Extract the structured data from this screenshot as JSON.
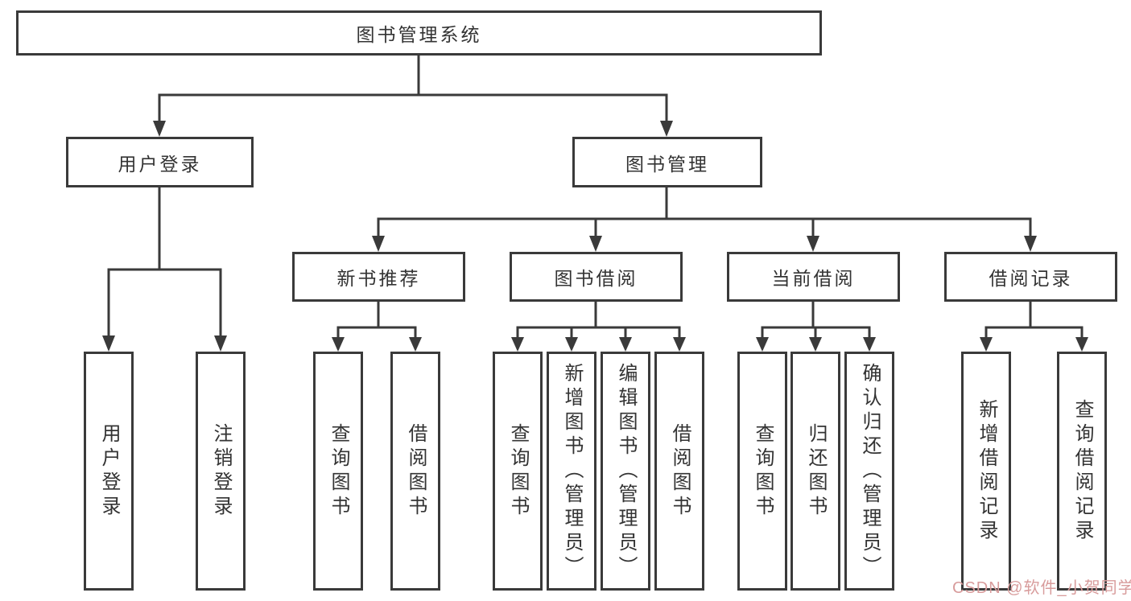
{
  "diagram": {
    "root_label": "图书管理系统",
    "nodes": {
      "user_login": {
        "label": "用户登录",
        "children": [
          "用户登录",
          "注销登录"
        ]
      },
      "book_mgmt": {
        "label": "图书管理"
      },
      "new_books": {
        "label": "新书推荐",
        "children": [
          "查询图书",
          "借阅图书"
        ]
      },
      "borrow": {
        "label": "图书借阅",
        "children": [
          "查询图书",
          "新增图书（管理员）",
          "编辑图书（管理员）",
          "借阅图书"
        ]
      },
      "current": {
        "label": "当前借阅",
        "children": [
          "查询图书",
          "归还图书",
          "确认归还（管理员）"
        ]
      },
      "records": {
        "label": "借阅记录",
        "children": [
          "新增借阅记录",
          "查询借阅记录"
        ]
      }
    }
  },
  "watermark": {
    "text": "CSDN @软件_小贺同学"
  },
  "theme": {
    "line_color": "#3a3a3a",
    "box_border_color": "#3a3a3a",
    "box_fill": "#ffffff",
    "text_color": "#333333",
    "watermark_color": "#d89c9c",
    "background": "#ffffff"
  }
}
